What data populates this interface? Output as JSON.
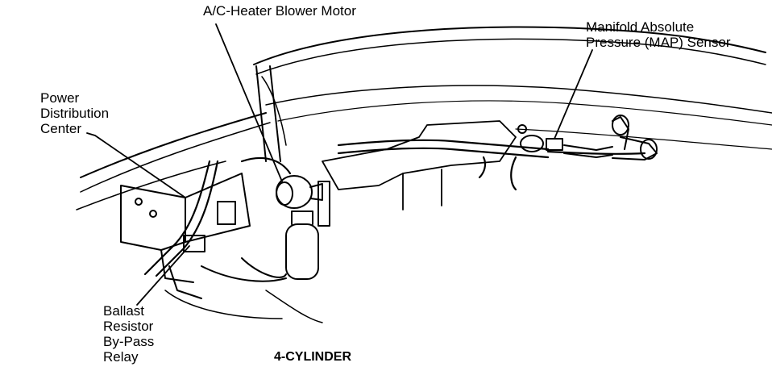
{
  "labels": {
    "blower": "A/C-Heater Blower Motor",
    "map_line1": "Manifold Absolute",
    "map_line2": "Pressure (MAP) Sensor",
    "pdc_line1": "Power",
    "pdc_line2": "Distribution",
    "pdc_line3": "Center",
    "ballast_line1": "Ballast",
    "ballast_line2": "Resistor",
    "ballast_line3": "By-Pass",
    "ballast_line4": "Relay"
  },
  "caption": "4-CYLINDER",
  "colors": {
    "ink": "#000000",
    "paper": "#ffffff"
  }
}
